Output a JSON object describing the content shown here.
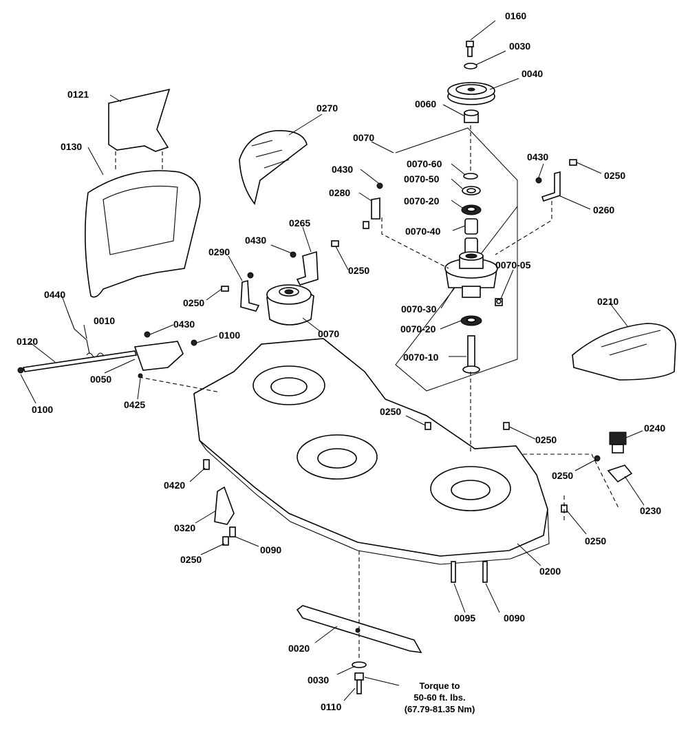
{
  "labels": {
    "p0160": "0160",
    "p0030_top": "0030",
    "p0040": "0040",
    "p0060": "0060",
    "p0070_box": "0070",
    "p0121": "0121",
    "p0130": "0130",
    "p0270": "0270",
    "p0430_a": "0430",
    "p0280": "0280",
    "p0070_60": "0070-60",
    "p0070_50": "0070-50",
    "p0070_20_a": "0070-20",
    "p0070_40": "0070-40",
    "p0430_b": "0430",
    "p0250_a": "0250",
    "p0260": "0260",
    "p0265": "0265",
    "p0430_c": "0430",
    "p0290": "0290",
    "p0250_b": "0250",
    "p0250_c": "0250",
    "p0070_05": "0070-05",
    "p0070_30": "0070-30",
    "p0070_mid": "0070",
    "p0070_20_b": "0070-20",
    "p0070_10": "0070-10",
    "p0210": "0210",
    "p0440": "0440",
    "p0010": "0010",
    "p0430_d": "0430",
    "p0100_a": "0100",
    "p0120": "0120",
    "p0050": "0050",
    "p0425": "0425",
    "p0100_b": "0100",
    "p0250_d": "0250",
    "p0250_e": "0250",
    "p0240": "0240",
    "p0250_f": "0250",
    "p0230": "0230",
    "p0420": "0420",
    "p0250_g": "0250",
    "p0320": "0320",
    "p0250_h": "0250",
    "p0090_a": "0090",
    "p0200": "0200",
    "p0095": "0095",
    "p0090_b": "0090",
    "p0020": "0020",
    "p0030_bot": "0030",
    "p0110": "0110"
  },
  "torque_note": {
    "line1": "Torque to",
    "line2": "50-60 ft. lbs.",
    "line3": "(67.79-81.35 Nm)"
  }
}
